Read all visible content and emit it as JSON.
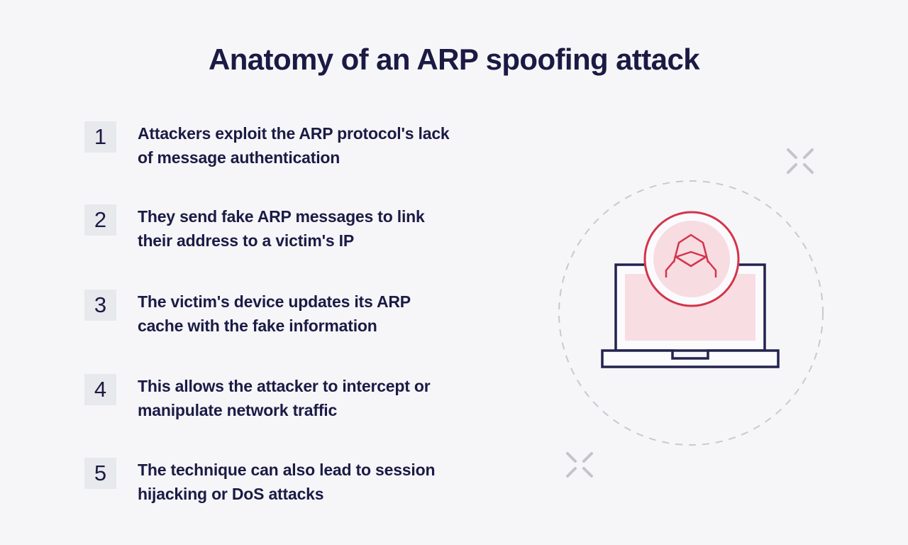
{
  "title": "Anatomy of an ARP spoofing attack",
  "steps": [
    {
      "number": "1",
      "text": "Attackers exploit the ARP protocol's lack\nof message authentication"
    },
    {
      "number": "2",
      "text": "They send fake ARP messages to link\ntheir address to a victim's IP"
    },
    {
      "number": "3",
      "text": "The victim's device updates its ARP\ncache with the fake information"
    },
    {
      "number": "4",
      "text": "This allows the attacker to intercept or\nmanipulate network traffic"
    },
    {
      "number": "5",
      "text": "The technique can also lead to session\nhijacking or DoS attacks"
    }
  ],
  "illustration": {
    "icons": [
      "hooded-hacker-avatar-icon",
      "laptop-icon",
      "dashed-circle-outline",
      "x-sparkle-top-right-icon",
      "x-sparkle-bottom-left-icon"
    ]
  },
  "colors": {
    "background": "#f6f6f9",
    "text_navy": "#1a1a44",
    "badge_background": "#e8e9ed",
    "accent_red": "#d4344a",
    "accent_pink": "#f8dde2",
    "outline_navy": "#23234f",
    "dash_gray": "#c9c9ce",
    "sparkle_gray": "#c4c4cc"
  }
}
